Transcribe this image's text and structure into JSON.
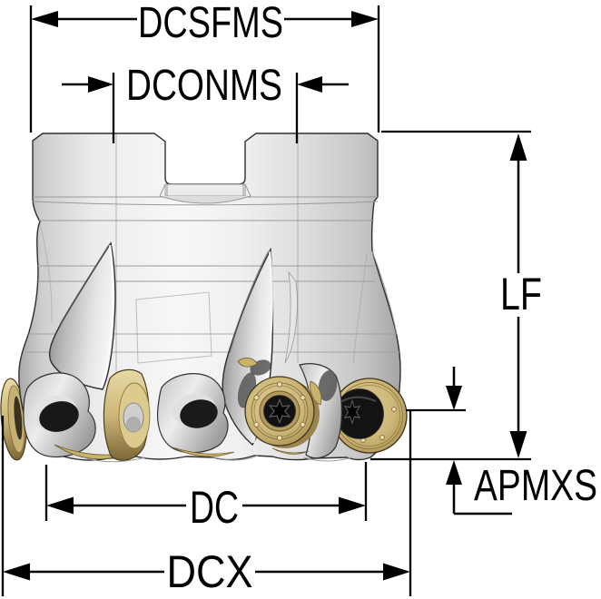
{
  "diagram": {
    "type": "technical-dimension-drawing",
    "subject": "indexable face milling cutter with round inserts",
    "labels": {
      "dcsfms": "DCSFMS",
      "dconms": "DCONMS",
      "lf": "LF",
      "apmxs": "APMXS",
      "dc": "DC",
      "dcx": "DCX"
    },
    "colors": {
      "dimension_line": "#000000",
      "label_text": "#000000",
      "body_light": "#f6f6f6",
      "body_mid": "#d8d8d8",
      "body_dark": "#a8a8a8",
      "insert_gold_light": "#e7d9a6",
      "insert_gold": "#cdb878",
      "insert_gold_dark": "#8d7743",
      "screw_black": "#131313",
      "background": "#ffffff"
    }
  }
}
